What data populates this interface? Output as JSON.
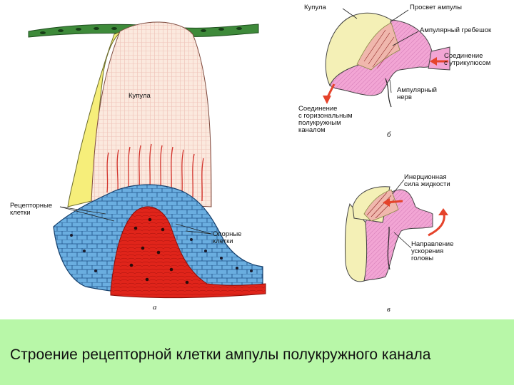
{
  "figure": {
    "panel_a": {
      "cupula_label": "Купула",
      "receptor_label": "Рецепторные\nклетки",
      "support_label": "Опорные\nклетки",
      "letter": "а"
    },
    "panel_b": {
      "cupula_label": "Купула",
      "lumen_label": "Просвет ампулы",
      "crest_label": "Ампулярный гребешок",
      "utricle_label": "Соединение\nс утрикулюсом",
      "nerve_label": "Ампулярный\nнерв",
      "canal_label": "Соединение\nс горизональным\nполукружным\nканалом",
      "letter": "б"
    },
    "panel_c": {
      "inertia_label": "Инерционная\nсила жидкости",
      "direction_label": "Направление\nускорения\nголовы",
      "letter": "в"
    }
  },
  "caption": "Строение рецепторной клетки ампулы полукружного канала",
  "colors": {
    "caption_band": "#b8f7a8",
    "cupula_yellow": "#f6ee7a",
    "cupula_pale_yellow": "#f4f0b6",
    "cupula_body": "#fbe9de",
    "ampulla_pink": "#f2a5d4",
    "receptor_blue": "#6aaee0",
    "crest_red": "#e0241a",
    "epithelium_green": "#3e8a3a",
    "arrow_red": "#e5432b"
  }
}
